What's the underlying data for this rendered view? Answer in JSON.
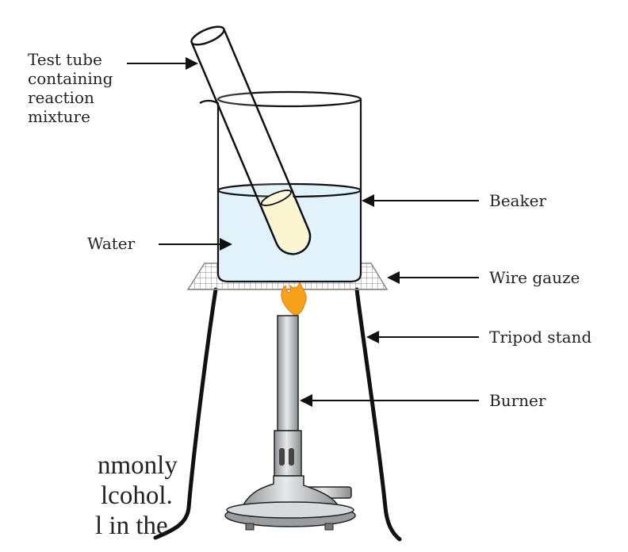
{
  "labels": {
    "test_tube": [
      "Test tube",
      "containing",
      "reaction",
      "mixture"
    ],
    "water": "Water",
    "beaker": "Beaker",
    "wire_gauze": "Wire gauze",
    "tripod_stand": "Tripod stand",
    "burner": "Burner"
  },
  "body_text": [
    "nmonly",
    "lcohol.",
    "l in the"
  ],
  "colors": {
    "water": "#e1f2fb",
    "mixture": "#fbf6cf",
    "flame": "#f7a21a",
    "metal": "#b9bcbf"
  }
}
